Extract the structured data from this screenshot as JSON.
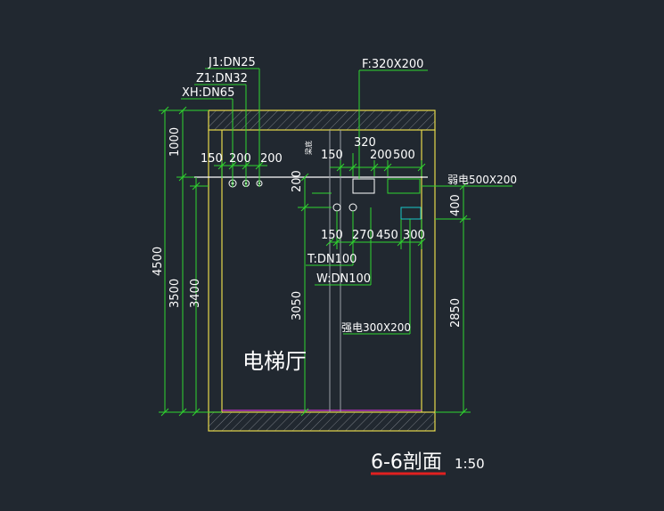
{
  "colors": {
    "background": "#212830",
    "wall": "#e6d84a",
    "dimension": "#2fd62f",
    "leader": "#2fd62f",
    "text": "#ffffff",
    "gray_line": "#9aa0a6",
    "magenta": "#cc33cc",
    "cyan": "#19c8c8",
    "title_underline": "#e02020"
  },
  "labels": {
    "j1": "J1:DN25",
    "z1": "Z1:DN32",
    "xh": "XH:DN65",
    "f": "F:320X200",
    "weak": "弱电500X200",
    "strong": "强电300X200",
    "t": "T:DN100",
    "w": "W:DN100",
    "room": "电梯厅",
    "small_vertical": "梁底",
    "title": "6-6剖面",
    "scale": "1:50"
  },
  "dims": {
    "left_total": "4500",
    "left_top": "1000",
    "left_mid": "3500",
    "left_inner": "3400",
    "d150_l": "150",
    "d200_a": "200",
    "d200_b": "200",
    "d150_m": "150",
    "d320": "320",
    "d200_c": "200",
    "d500": "500",
    "d200_v": "200",
    "d150_low": "150",
    "d270": "270",
    "d450": "450",
    "d300": "300",
    "d3050": "3050",
    "d400": "400",
    "d2850": "2850"
  }
}
